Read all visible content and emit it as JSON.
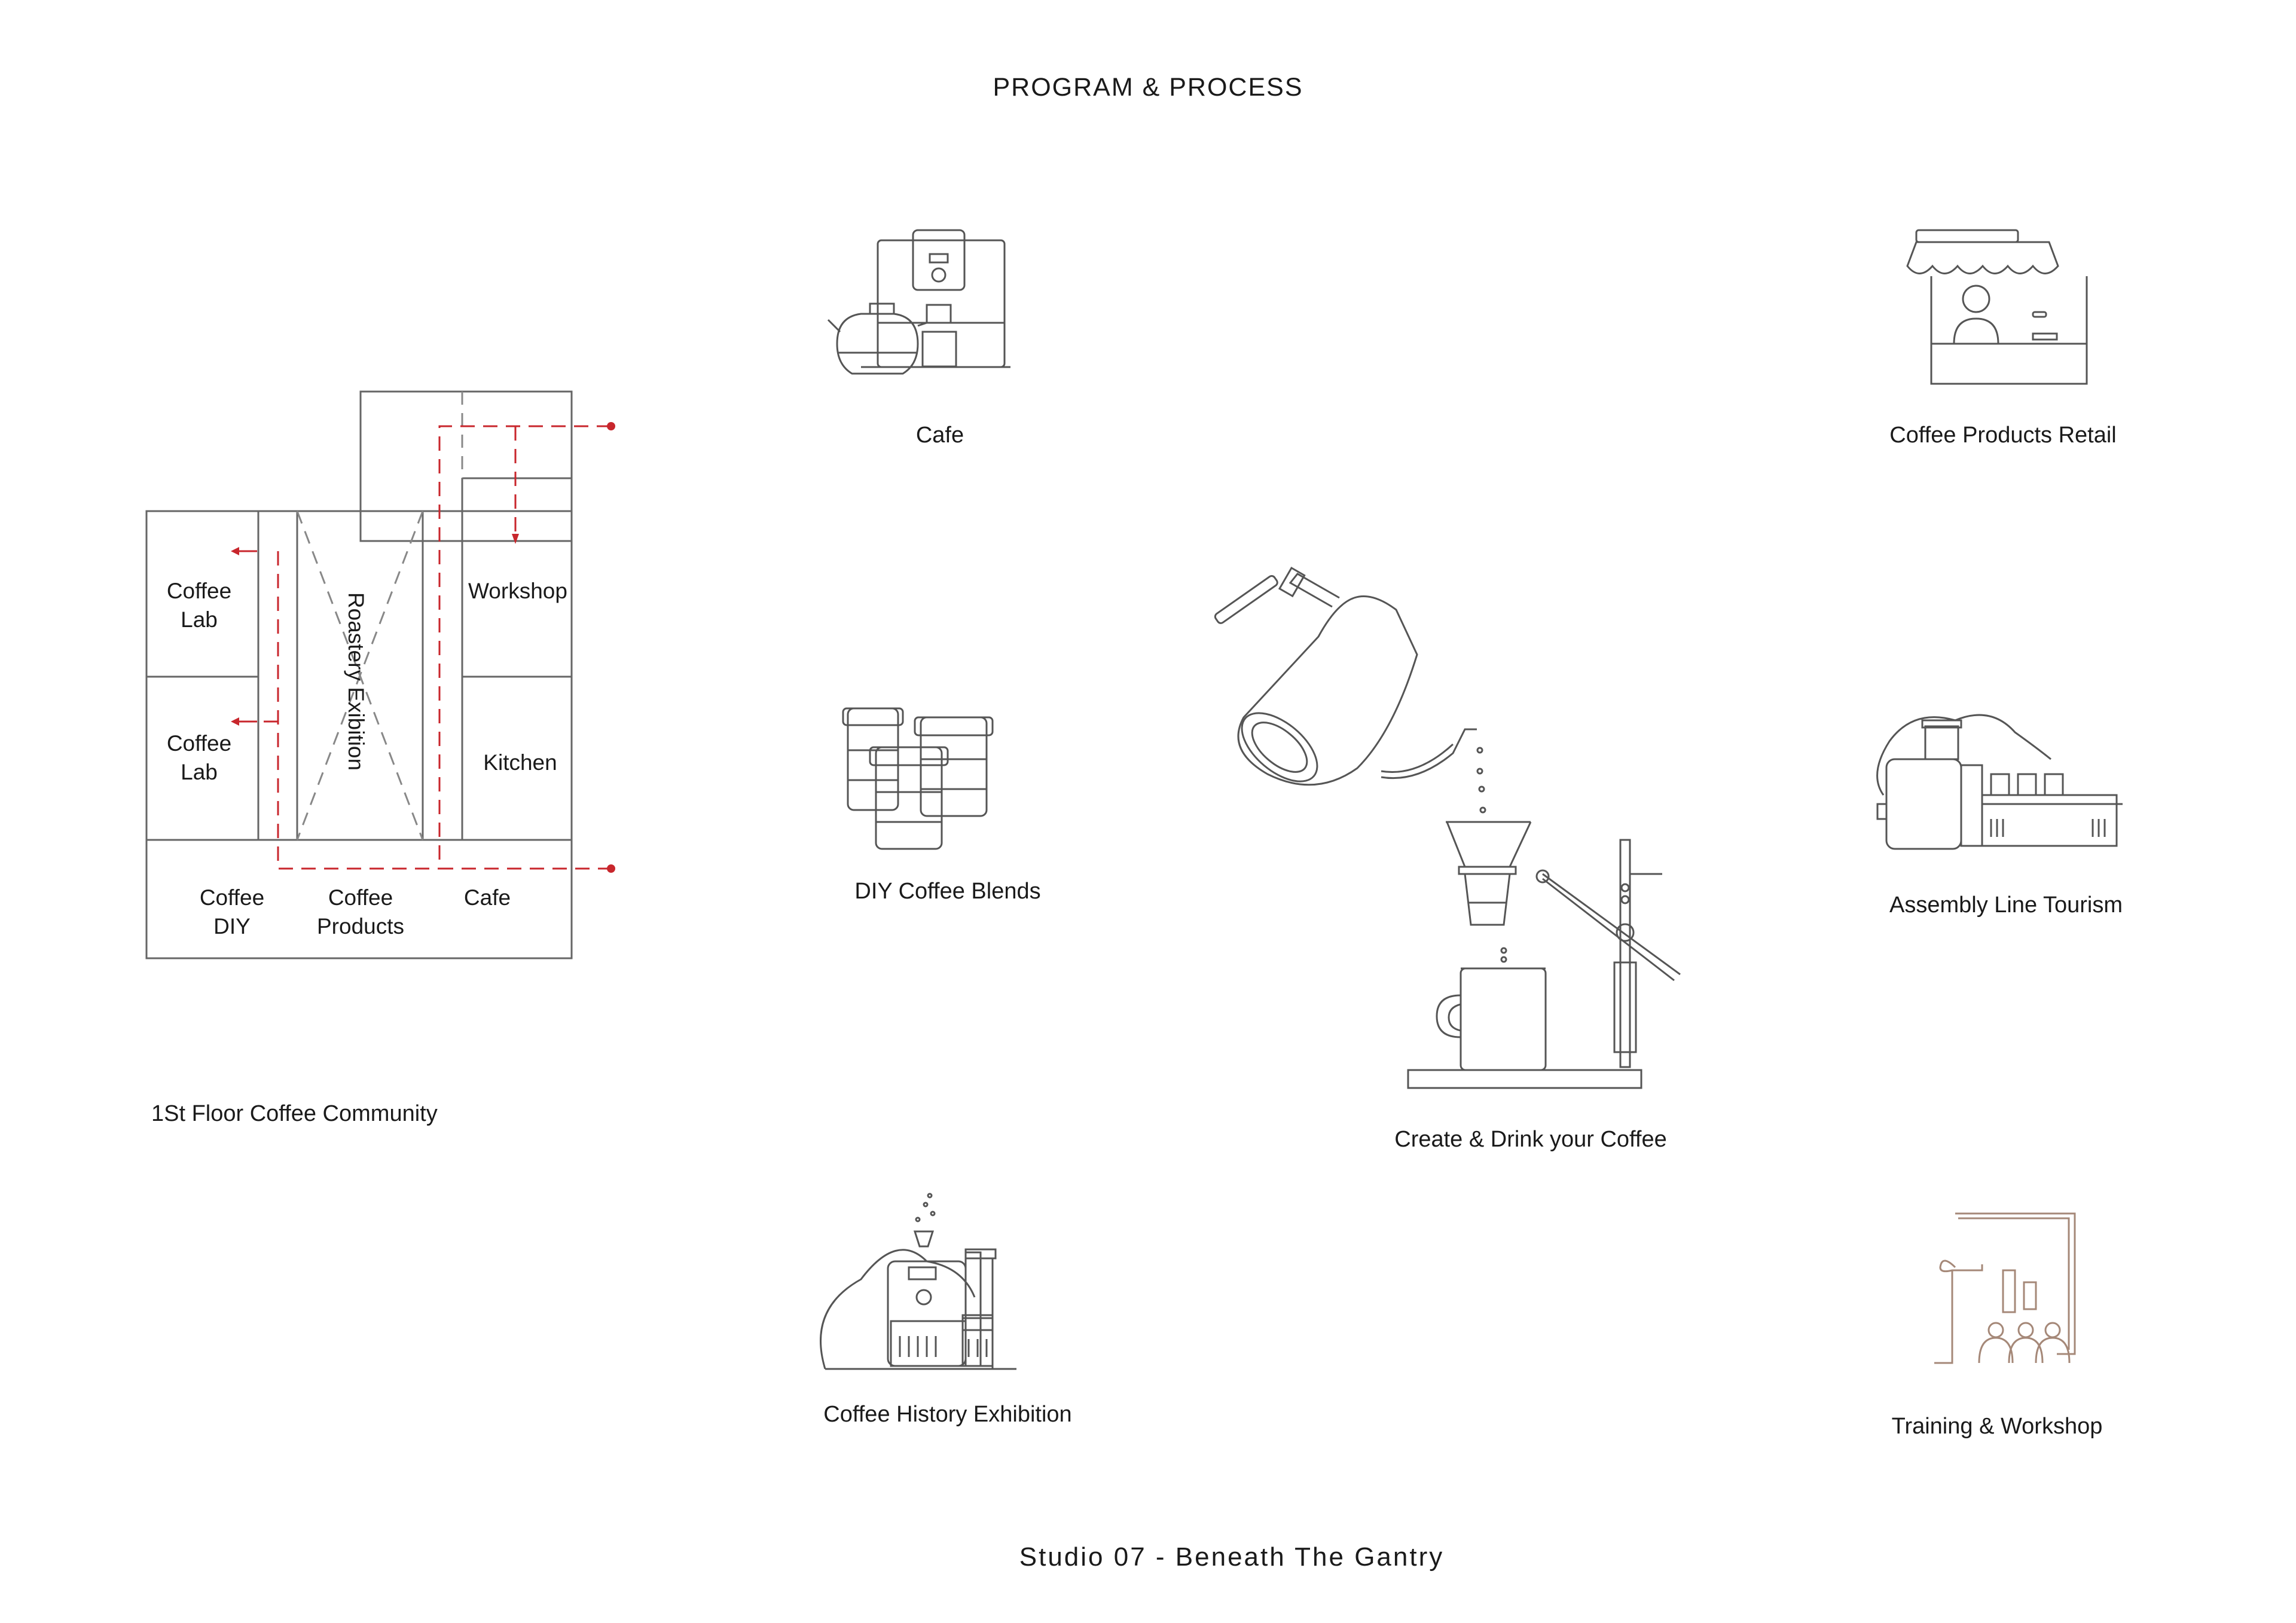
{
  "title": "PROGRAM & PROCESS",
  "footer": "Studio 07 - Beneath The Gantry",
  "floor_plan": {
    "caption": "1St Floor Coffee Community",
    "rooms": {
      "coffee_lab_1": [
        "Coffee",
        "Lab"
      ],
      "coffee_lab_2": [
        "Coffee",
        "Lab"
      ],
      "roastery": "Roastery Exibition",
      "workshop": "Workshop",
      "kitchen": "Kitchen",
      "coffee_diy": [
        "Coffee",
        "DIY"
      ],
      "coffee_products": [
        "Coffee",
        "Products"
      ],
      "cafe": "Cafe"
    },
    "route_color": "#c8262c",
    "line_color": "#5a5a5a"
  },
  "programs": {
    "cafe": {
      "label": "Cafe",
      "icon": "coffee-machine-icon"
    },
    "retail": {
      "label": "Coffee Products Retail",
      "icon": "market-stall-icon"
    },
    "diy": {
      "label": "DIY Coffee Blends",
      "icon": "coffee-cups-icon"
    },
    "create": {
      "label": "Create & Drink your Coffee",
      "icon": "pour-over-kettle-icon"
    },
    "assembly": {
      "label": "Assembly Line Tourism",
      "icon": "assembly-line-icon"
    },
    "history": {
      "label": "Coffee History Exhibition",
      "icon": "coffee-roaster-icon"
    },
    "training": {
      "label": "Training & Workshop",
      "icon": "training-classroom-icon"
    }
  }
}
